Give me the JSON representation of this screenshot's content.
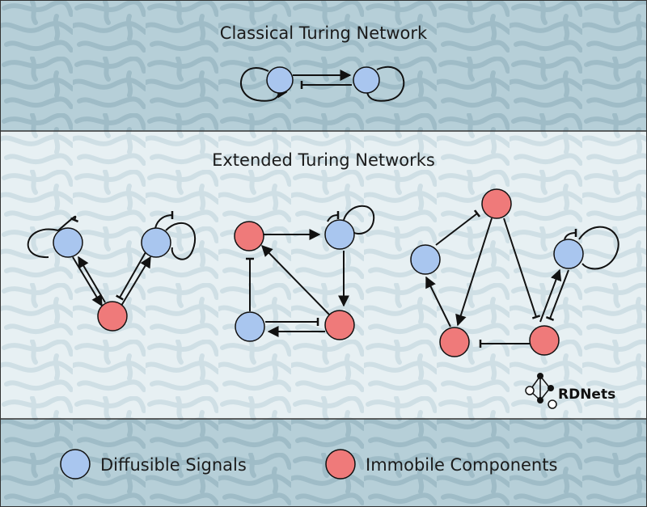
{
  "sections": {
    "classical": {
      "title": "Classical Turing Network"
    },
    "extended": {
      "title": "Extended Turing Networks"
    }
  },
  "legend": {
    "diffusible": {
      "label": "Diffusible Signals",
      "color": "#a9c6ef"
    },
    "immobile": {
      "label": "Immobile Components",
      "color": "#ef7a7a"
    }
  },
  "brand": {
    "name": "RDNets",
    "icon": "rdnets-logo-icon"
  },
  "colors": {
    "background_dark": "#b6cfd8",
    "background_light": "#e7f0f3",
    "pattern_dark": "#9fbcc7",
    "pattern_light": "#cfdfe5",
    "divider": "#333333",
    "edge": "#111111"
  },
  "networks": [
    {
      "id": "classical",
      "nodes": [
        {
          "id": "A",
          "type": "diffusible"
        },
        {
          "id": "B",
          "type": "diffusible"
        }
      ],
      "edges": [
        {
          "from": "A",
          "to": "A",
          "kind": "activation"
        },
        {
          "from": "A",
          "to": "B",
          "kind": "activation"
        },
        {
          "from": "B",
          "to": "A",
          "kind": "inhibition"
        },
        {
          "from": "B",
          "to": "B",
          "kind": "inhibition"
        }
      ]
    },
    {
      "id": "extended-1",
      "nodes": [
        {
          "id": "D1",
          "type": "diffusible"
        },
        {
          "id": "D2",
          "type": "diffusible"
        },
        {
          "id": "R",
          "type": "immobile"
        }
      ],
      "edges": [
        {
          "from": "D1",
          "to": "D1",
          "kind": "inhibition"
        },
        {
          "from": "D2",
          "to": "D2",
          "kind": "inhibition"
        },
        {
          "from": "D1",
          "to": "R",
          "kind": "activation"
        },
        {
          "from": "R",
          "to": "D1",
          "kind": "activation"
        },
        {
          "from": "R",
          "to": "D2",
          "kind": "activation"
        },
        {
          "from": "D2",
          "to": "R",
          "kind": "inhibition"
        }
      ]
    },
    {
      "id": "extended-2",
      "nodes": [
        {
          "id": "R1",
          "type": "immobile"
        },
        {
          "id": "D1",
          "type": "diffusible"
        },
        {
          "id": "D2",
          "type": "diffusible"
        },
        {
          "id": "R2",
          "type": "immobile"
        }
      ],
      "edges": [
        {
          "from": "R1",
          "to": "D1",
          "kind": "activation"
        },
        {
          "from": "D1",
          "to": "D1",
          "kind": "inhibition"
        },
        {
          "from": "D1",
          "to": "R2",
          "kind": "activation"
        },
        {
          "from": "R2",
          "to": "R1",
          "kind": "activation"
        },
        {
          "from": "D2",
          "to": "R1",
          "kind": "inhibition"
        },
        {
          "from": "R2",
          "to": "D2",
          "kind": "activation"
        },
        {
          "from": "D2",
          "to": "R2",
          "kind": "inhibition"
        }
      ]
    },
    {
      "id": "extended-3",
      "nodes": [
        {
          "id": "R1",
          "type": "immobile"
        },
        {
          "id": "D1",
          "type": "diffusible"
        },
        {
          "id": "D2",
          "type": "diffusible"
        },
        {
          "id": "R2",
          "type": "immobile"
        },
        {
          "id": "R3",
          "type": "immobile"
        }
      ],
      "edges": [
        {
          "from": "D1",
          "to": "R1",
          "kind": "inhibition"
        },
        {
          "from": "R1",
          "to": "R2",
          "kind": "activation"
        },
        {
          "from": "R1",
          "to": "R3",
          "kind": "inhibition"
        },
        {
          "from": "R2",
          "to": "D1",
          "kind": "activation"
        },
        {
          "from": "R3",
          "to": "R2",
          "kind": "inhibition"
        },
        {
          "from": "D2",
          "to": "D2",
          "kind": "inhibition"
        },
        {
          "from": "R3",
          "to": "D2",
          "kind": "activation"
        },
        {
          "from": "D2",
          "to": "R3",
          "kind": "inhibition"
        }
      ]
    }
  ]
}
